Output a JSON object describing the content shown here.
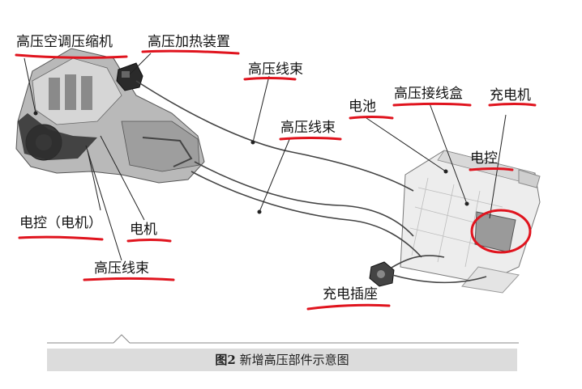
{
  "labels": {
    "compressor": "高压空调压缩机",
    "heater": "高压加热装置",
    "harness_top": "高压线束",
    "harness_mid": "高压线束",
    "harness_bottom": "高压线束",
    "battery": "电池",
    "junction_box": "高压接线盒",
    "charger": "充电机",
    "controller_right": "电控",
    "controller_left": "电控（电机）",
    "motor": "电机",
    "charge_port": "充电插座"
  },
  "caption": {
    "figure_no": "图2",
    "title": "新增高压部件示意图"
  },
  "colors": {
    "underline": "#e0141e",
    "highlight_circle": "#e0141e",
    "caption_bg": "#dcdcdc",
    "line": "#333333"
  }
}
